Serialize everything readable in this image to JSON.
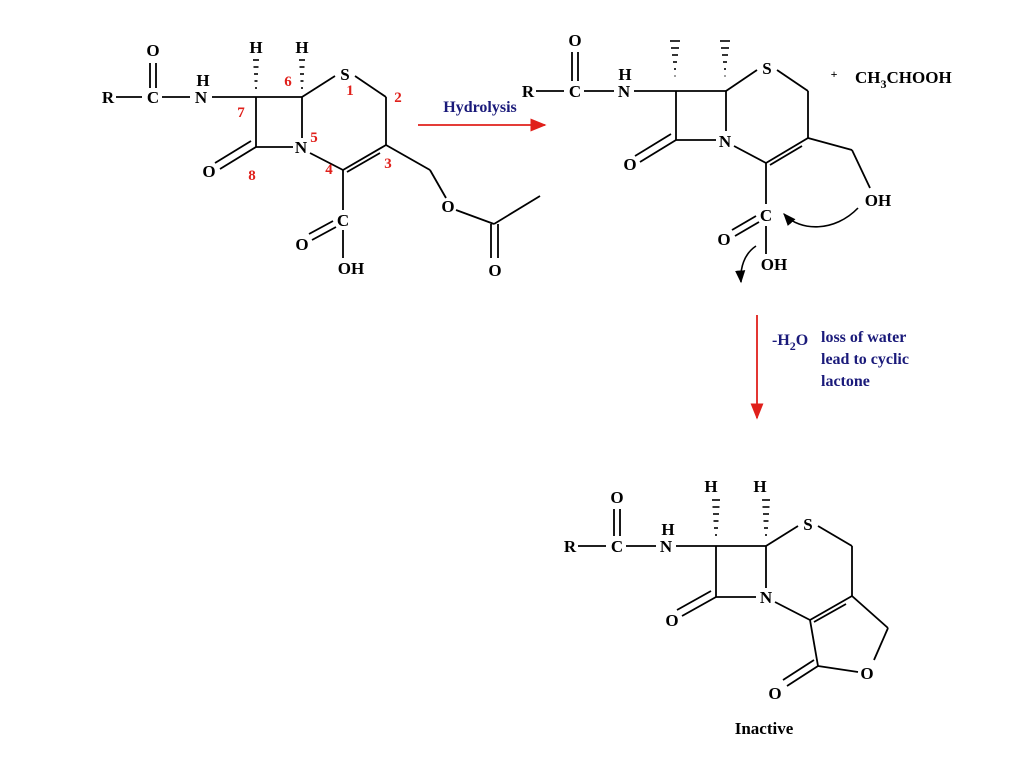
{
  "colors": {
    "bonds": "#000000",
    "atoms": "#000000",
    "position_numbers": "#e0201b",
    "annotation_text": "#1a1a7a",
    "reaction_arrows": "#e0201b"
  },
  "reactant": {
    "atoms": {
      "r": "R",
      "carbonyl_c": "C",
      "carbonyl_o": "O",
      "amide_n": "N",
      "amide_h": "H",
      "h7": "H",
      "h6": "H",
      "sulfur": "S",
      "ring_n": "N",
      "lactam_o": "O",
      "acid_c": "C",
      "acid_o": "O",
      "acid_oh": "OH",
      "ester_o": "O",
      "ester_carbonyl_o": "O"
    },
    "position_numbers": [
      "1",
      "2",
      "3",
      "4",
      "5",
      "6",
      "7",
      "8"
    ]
  },
  "hydrolysis_label": "Hydrolysis",
  "intermediate": {
    "atoms": {
      "r": "R",
      "carbonyl_c": "C",
      "carbonyl_o": "O",
      "amide_n": "N",
      "amide_h": "H",
      "sulfur": "S",
      "ring_n": "N",
      "lactam_o": "O",
      "acid_c": "C",
      "acid_o": "O",
      "acid_oh": "OH",
      "alcohol_oh": "OH"
    }
  },
  "byproduct": {
    "plus": "+",
    "formula_prefix": "CH",
    "formula_sub": "3",
    "formula_suffix": "CHOOH"
  },
  "water_loss": {
    "prefix": "-H",
    "sub": "2",
    "suffix": "O",
    "note_lines": [
      "loss of water",
      "lead to cyclic",
      "lactone"
    ]
  },
  "product": {
    "atoms": {
      "r": "R",
      "carbonyl_c": "C",
      "carbonyl_o": "O",
      "amide_n": "N",
      "amide_h": "H",
      "h7": "H",
      "h6": "H",
      "sulfur": "S",
      "ring_n": "N",
      "lactam_o": "O",
      "lactone_o": "O",
      "lactone_carbonyl_o": "O"
    },
    "label": "Inactive"
  }
}
